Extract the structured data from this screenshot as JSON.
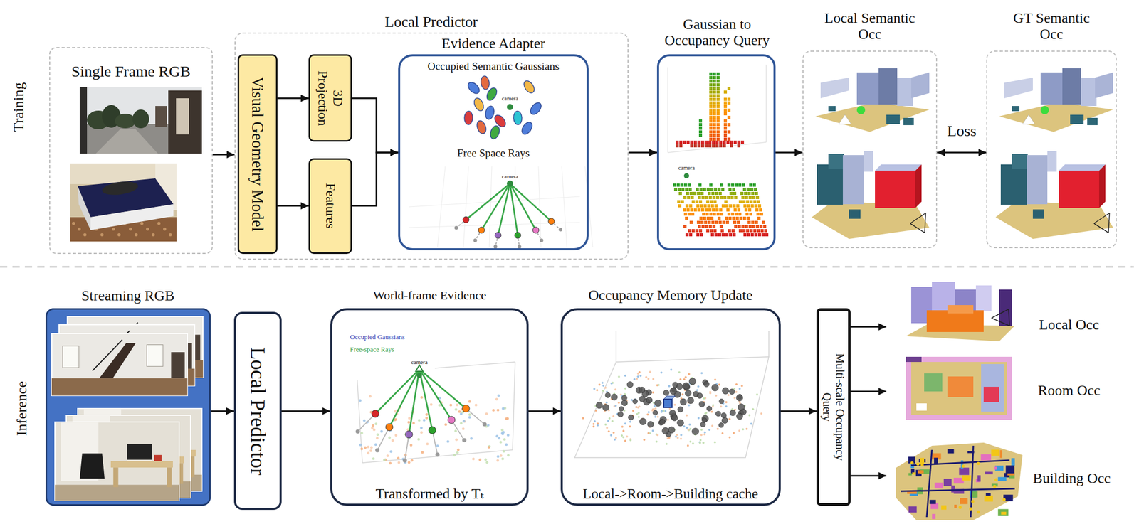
{
  "diagram": {
    "nodes": [
      {
        "text": [
          "Single Frame RGB"
        ]
      },
      {
        "text": [
          "Local Predictor"
        ]
      },
      {
        "text": [
          "Visual Geometry Model"
        ],
        "in": 1
      },
      {
        "text": [
          "3D Projection"
        ],
        "in": 1
      },
      {
        "text": [
          "Features"
        ],
        "in": 1
      },
      {
        "text": [
          "Evidence Adapter",
          "Occupied Semantic Gaussians",
          "Free Space Rays"
        ],
        "in": 1
      },
      {
        "text": [
          "Gaussian to Occupancy Query"
        ]
      },
      {
        "text": [
          "Local Semantic Occ"
        ]
      },
      {
        "text": [
          "GT Semantic Occ"
        ]
      },
      {
        "text": [
          "Streaming RGB"
        ]
      },
      {
        "text": [
          "Local Predictor"
        ]
      },
      {
        "text": [
          "World-frame Evidence",
          "Transformed by Tₜ"
        ]
      },
      {
        "text": [
          "Occupancy Memory Update",
          "Local->Room->Building cache"
        ]
      },
      {
        "text": [
          "Multi-scale Occupancy Query"
        ]
      },
      {
        "text": [
          "Local Occ"
        ]
      },
      {
        "text": [
          "Room Occ"
        ]
      },
      {
        "text": [
          "Building Occ"
        ]
      }
    ],
    "edges": [
      {
        "from": 0,
        "to": 1,
        "arrow": "to"
      },
      {
        "from": 2,
        "to": 3,
        "arrow": "to"
      },
      {
        "from": 2,
        "to": 4,
        "arrow": "to"
      },
      {
        "from": 3,
        "to": 5,
        "arrow": "to"
      },
      {
        "from": 4,
        "to": 5,
        "arrow": "to"
      },
      {
        "from": 1,
        "to": 6,
        "arrow": "to"
      },
      {
        "from": 6,
        "to": 7,
        "arrow": "to"
      },
      {
        "from": 7,
        "to": 8,
        "label": "Loss",
        "arrow": "both"
      },
      {
        "from": 9,
        "to": 10,
        "arrow": "to"
      },
      {
        "from": 10,
        "to": 11,
        "arrow": "to"
      },
      {
        "from": 11,
        "to": 12,
        "arrow": "to"
      },
      {
        "from": 12,
        "to": 13,
        "arrow": "to"
      },
      {
        "from": 13,
        "to": 14,
        "arrow": "to"
      },
      {
        "from": 13,
        "to": 15,
        "arrow": "to"
      },
      {
        "from": 13,
        "to": 16,
        "arrow": "to"
      }
    ],
    "labels": [
      "Training",
      "camera",
      "camera",
      "camera",
      "Inference",
      "Occupied Gaussians",
      "Free-space Rays",
      "camera"
    ]
  }
}
